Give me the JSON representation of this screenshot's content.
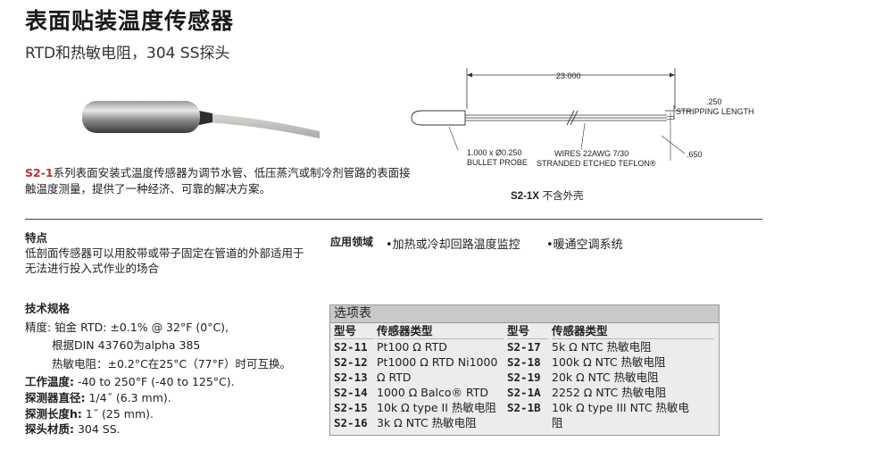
{
  "header": {
    "title": "表面贴装温度传感器",
    "subtitle": "RTD和热敏电阻，304 SS探头"
  },
  "intro": {
    "code": "S2-1",
    "text": "系列表面安装式温度传感器为调节水管、低压蒸汽或制冷剂管路的表面接触温度测量，提供了一种经济、可靠的解决方案。"
  },
  "diagram": {
    "length_label": "23.000",
    "strip_label": ".250",
    "strip_text": "STRIPPING LENGTH",
    "dim_label": ".650",
    "probe_label_1": "1.000 x Ø0.250",
    "probe_label_2": "BULLET PROBE",
    "wire_label_1": "WIRES 22AWG 7/30",
    "wire_label_2": "STRANDED ETCHED TEFLON®",
    "caption_code": "S2-1X",
    "caption_text": " 不含外壳"
  },
  "features": {
    "heading": "特点",
    "text": "低剖面传感器可以用胶带或带子固定在管道的外部适用于无法进行投入式作业的场合"
  },
  "applications": {
    "label": "应用领域",
    "items": [
      "•加热或冷却回路温度监控",
      "•暖通空调系统"
    ]
  },
  "specs": {
    "heading": "技术规格",
    "line1": "精度: 铂金 RTD: ±0.1% @ 32°F (0°C),",
    "line2": "根据DIN 43760为alpha 385",
    "line3": "热敏电阻：±0.2°C在25°C（77°F）时可互换。",
    "temp_label": "工作温度:",
    "temp_value": " -40 to 250°F (-40 to 125°C).",
    "dia_label": "探测器直径:",
    "dia_value": " 1/4˝ (6.3 mm).",
    "len_label": "探测长度h:",
    "len_value": " 1˝ (25 mm).",
    "mat_label": "探头材质:",
    "mat_value": " 304 SS."
  },
  "options_table": {
    "title": "选项表",
    "col_model": "型号",
    "col_type": "传感器类型",
    "left": [
      {
        "model": "S2-11",
        "type": "Pt100 Ω RTD"
      },
      {
        "model": "S2-12",
        "type": "Pt1000 Ω RTD Ni1000"
      },
      {
        "model": "S2-13",
        "type": "Ω RTD"
      },
      {
        "model": "S2-14",
        "type": "1000 Ω Balco® RTD"
      },
      {
        "model": "S2-15",
        "type": "10k Ω type II 热敏电阻"
      },
      {
        "model": "S2-16",
        "type": " 3k Ω NTC 热敏电阻"
      }
    ],
    "right": [
      {
        "model": "S2-17",
        "type": "5k Ω NTC 热敏电阻"
      },
      {
        "model": "S2-18",
        "type": "100k Ω NTC 热敏电阻"
      },
      {
        "model": "S2-19",
        "type": "20k Ω NTC 热敏电阻"
      },
      {
        "model": "S2-1A",
        "type": " 2252 Ω NTC 热敏电阻"
      },
      {
        "model": "S2-1B",
        "type": " 10k Ω type III NTC 热敏电"
      },
      {
        "model": "",
        "type": "阻"
      }
    ]
  }
}
